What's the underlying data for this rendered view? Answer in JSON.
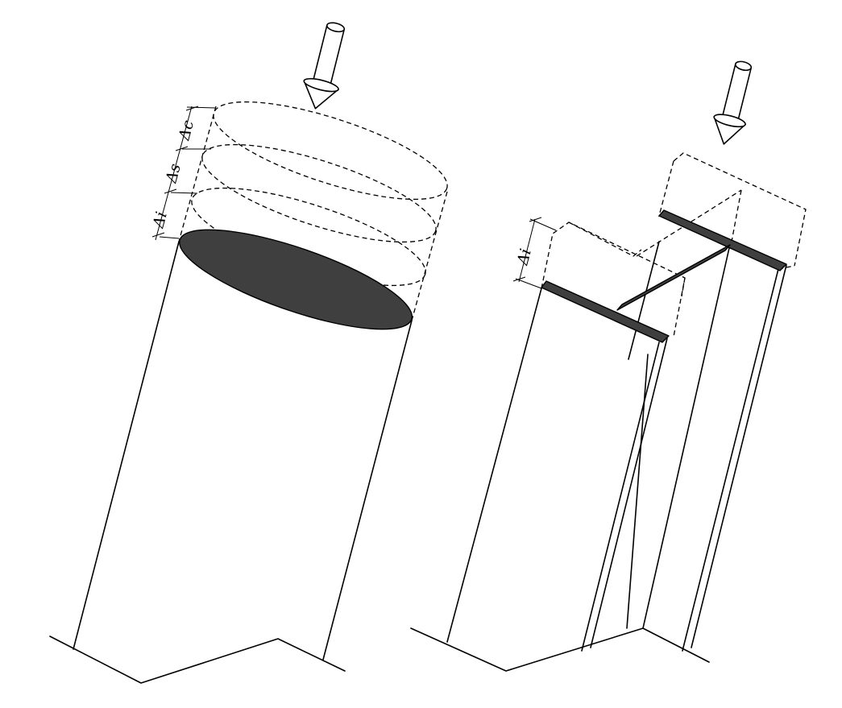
{
  "left_column": {
    "dimension_labels": [
      "Δc",
      "Δs",
      "Δi"
    ]
  },
  "right_column": {
    "dimension_labels": [
      "Δi"
    ]
  },
  "colors": {
    "line": "#000000",
    "section_fill": "#3f3f3f",
    "background": "#ffffff"
  }
}
